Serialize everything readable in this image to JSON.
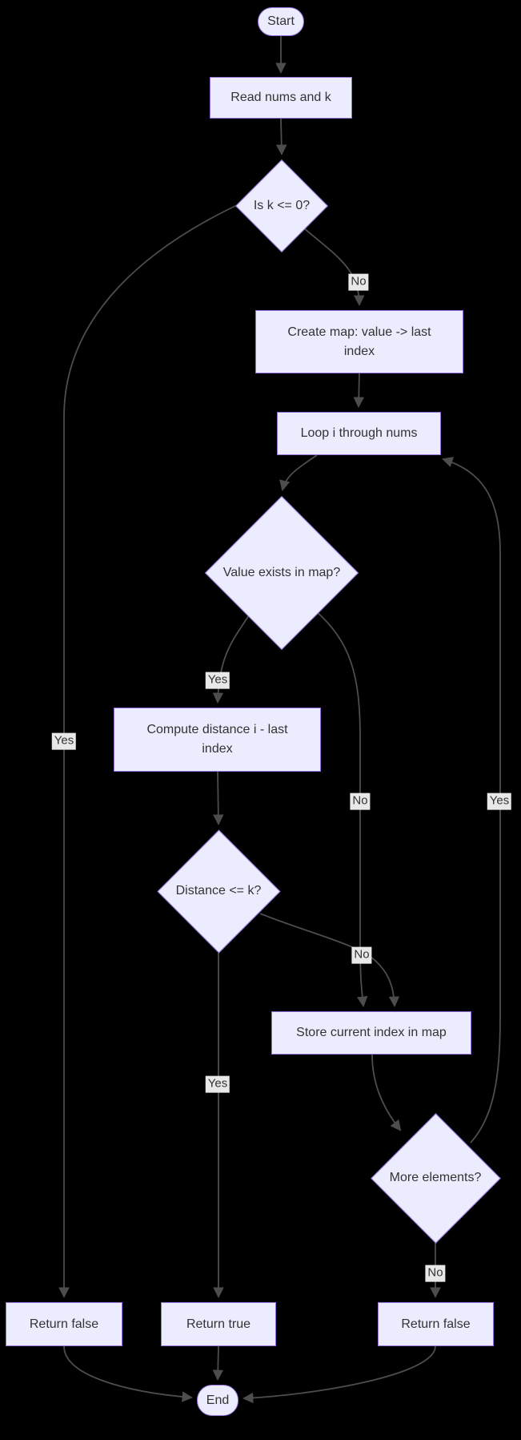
{
  "diagram": {
    "type": "flowchart",
    "background": "#000000",
    "node_fill": "#ECECFF",
    "node_border": "#9370DB",
    "edge_color": "#4d4d4d",
    "label_background": "#e8e8e8",
    "text_color": "#333333"
  },
  "nodes": {
    "start": {
      "label": "Start",
      "shape": "stadium"
    },
    "read": {
      "label": "Read nums and k",
      "shape": "rect"
    },
    "k_check": {
      "label": "Is k <= 0?",
      "shape": "diamond"
    },
    "create_map": {
      "label": "Create map: value -> last index",
      "shape": "rect"
    },
    "loop": {
      "label": "Loop i through nums",
      "shape": "rect"
    },
    "value_exists": {
      "label": "Value exists in map?",
      "shape": "diamond"
    },
    "compute_distance": {
      "label": "Compute distance i - last index",
      "shape": "rect"
    },
    "distance_check": {
      "label": "Distance <= k?",
      "shape": "diamond"
    },
    "store_index": {
      "label": "Store current index in map",
      "shape": "rect"
    },
    "more_elements": {
      "label": "More elements?",
      "shape": "diamond"
    },
    "return_false_left": {
      "label": "Return false",
      "shape": "rect"
    },
    "return_true": {
      "label": "Return true",
      "shape": "rect"
    },
    "return_false_right": {
      "label": "Return false",
      "shape": "rect"
    },
    "end": {
      "label": "End",
      "shape": "stadium"
    }
  },
  "edge_labels": {
    "k_no": "No",
    "k_yes": "Yes",
    "exists_yes": "Yes",
    "exists_no": "No",
    "more_yes": "Yes",
    "distance_no": "No",
    "distance_yes": "Yes",
    "more_no": "No"
  }
}
